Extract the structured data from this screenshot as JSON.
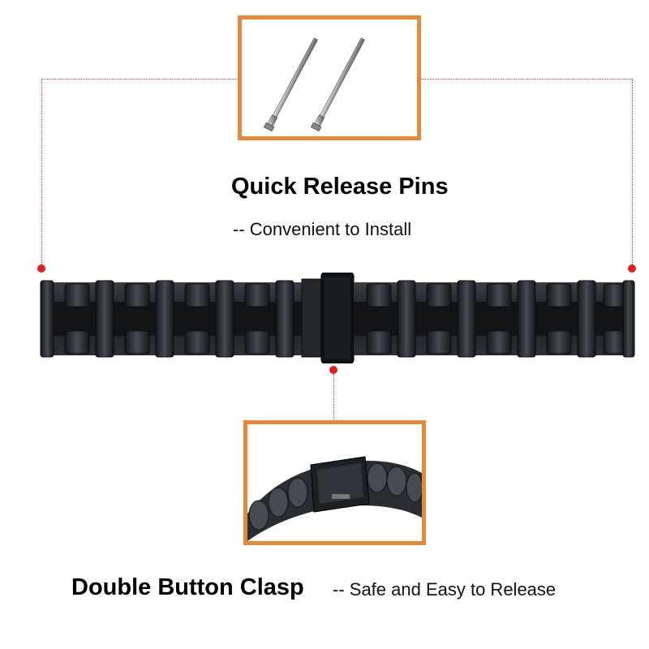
{
  "colors": {
    "frame_border": "#e8893a",
    "connector": "#cc4444",
    "marker": "#e02020",
    "band": "#1f2328"
  },
  "pins_section": {
    "title": "Quick Release Pins",
    "subtitle": "-- Convenient to Install"
  },
  "clasp_section": {
    "title": "Double Button Clasp",
    "subtitle": "-- Safe and Easy to Release"
  },
  "icons": [
    "quick-release-pin-icon",
    "watch-band-icon",
    "clasp-icon"
  ]
}
